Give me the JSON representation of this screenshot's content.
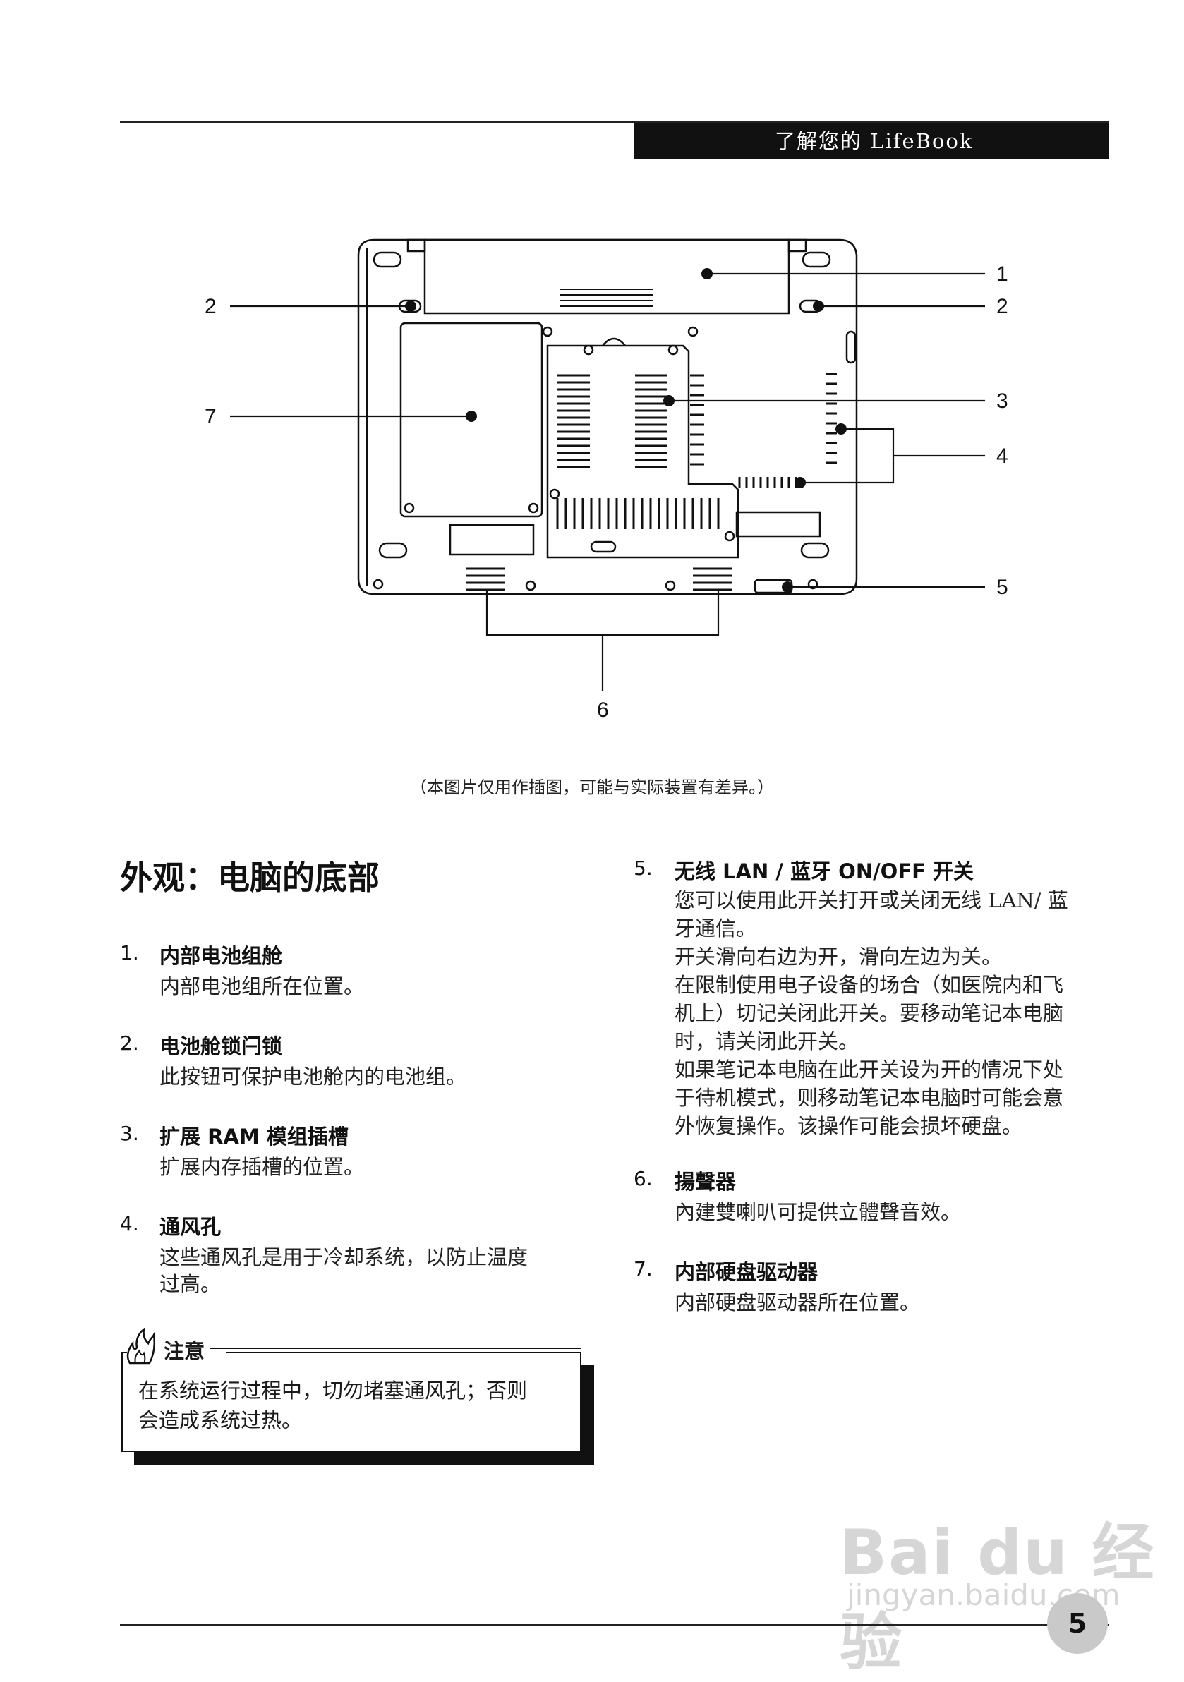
{
  "header": {
    "title": "了解您的 LifeBook"
  },
  "figure": {
    "callouts": {
      "c1": "1",
      "c2l": "2",
      "c2r": "2",
      "c3": "3",
      "c4": "4",
      "c5": "5",
      "c6": "6",
      "c7": "7"
    },
    "caption": "（本图片仅用作插图，可能与实际装置有差异。）"
  },
  "section": {
    "title": "外观：电脑的底部"
  },
  "items": [
    {
      "num": "1.",
      "head": "内部电池组舱",
      "body": [
        "内部电池组所在位置。"
      ]
    },
    {
      "num": "2.",
      "head": "电池舱锁闩锁",
      "body": [
        "此按钮可保护电池舱内的电池组。"
      ]
    },
    {
      "num": "3.",
      "head": "扩展 RAM 模组插槽",
      "body": [
        "扩展内存插槽的位置。"
      ]
    },
    {
      "num": "4.",
      "head": "通风孔",
      "body": [
        "这些通风孔是用于冷却系统，以防止温度",
        "过高。"
      ]
    },
    {
      "num": "5.",
      "head": "无线 LAN / 蓝牙 ON/OFF 开关",
      "body": [
        "您可以使用此开关打开或关闭无线 LAN/ 蓝",
        "牙通信。",
        "开关滑向右边为开，滑向左边为关。",
        "在限制使用电子设备的场合（如医院内和飞",
        "机上）切记关闭此开关。要移动笔记本电脑",
        "时，请关闭此开关。",
        "如果笔记本电脑在此开关设为开的情况下处",
        "于待机模式，则移动笔记本电脑时可能会意",
        "外恢复操作。该操作可能会损坏硬盘。"
      ]
    },
    {
      "num": "6.",
      "head": "揚聲器",
      "body": [
        "內建雙喇叭可提供立體聲音效。"
      ]
    },
    {
      "num": "7.",
      "head": "内部硬盘驱动器",
      "body": [
        "内部硬盘驱动器所在位置。"
      ]
    }
  ],
  "caution": {
    "label": "注意",
    "text": [
      "在系统运行过程中，切勿堵塞通风孔；否则",
      "会造成系统过热。"
    ]
  },
  "footer": {
    "page": "5"
  },
  "watermark": {
    "main": "Bai du 经验",
    "sub": "jingyan.baidu.com"
  }
}
